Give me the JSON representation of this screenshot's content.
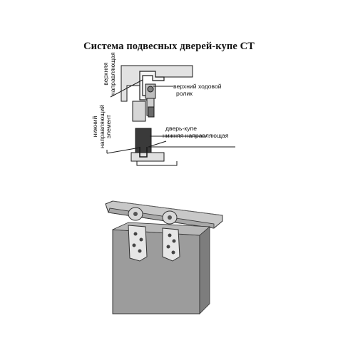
{
  "title": "Система подвесных дверей-купе СТ",
  "labels": {
    "upper_guide": [
      "верхняя",
      "направляющая"
    ],
    "upper_roller": [
      "верхний ходовой",
      "ролик"
    ],
    "door": "дверь-купе",
    "lower_guide": "нижняя направляющая",
    "lower_element": [
      "нижний",
      "направляющий",
      "элемент"
    ]
  },
  "colors": {
    "line": "#1a1a1a",
    "wall": "#d9d9d9",
    "door_panel": "#9a9a9a",
    "rail": "#b8b8b8"
  }
}
